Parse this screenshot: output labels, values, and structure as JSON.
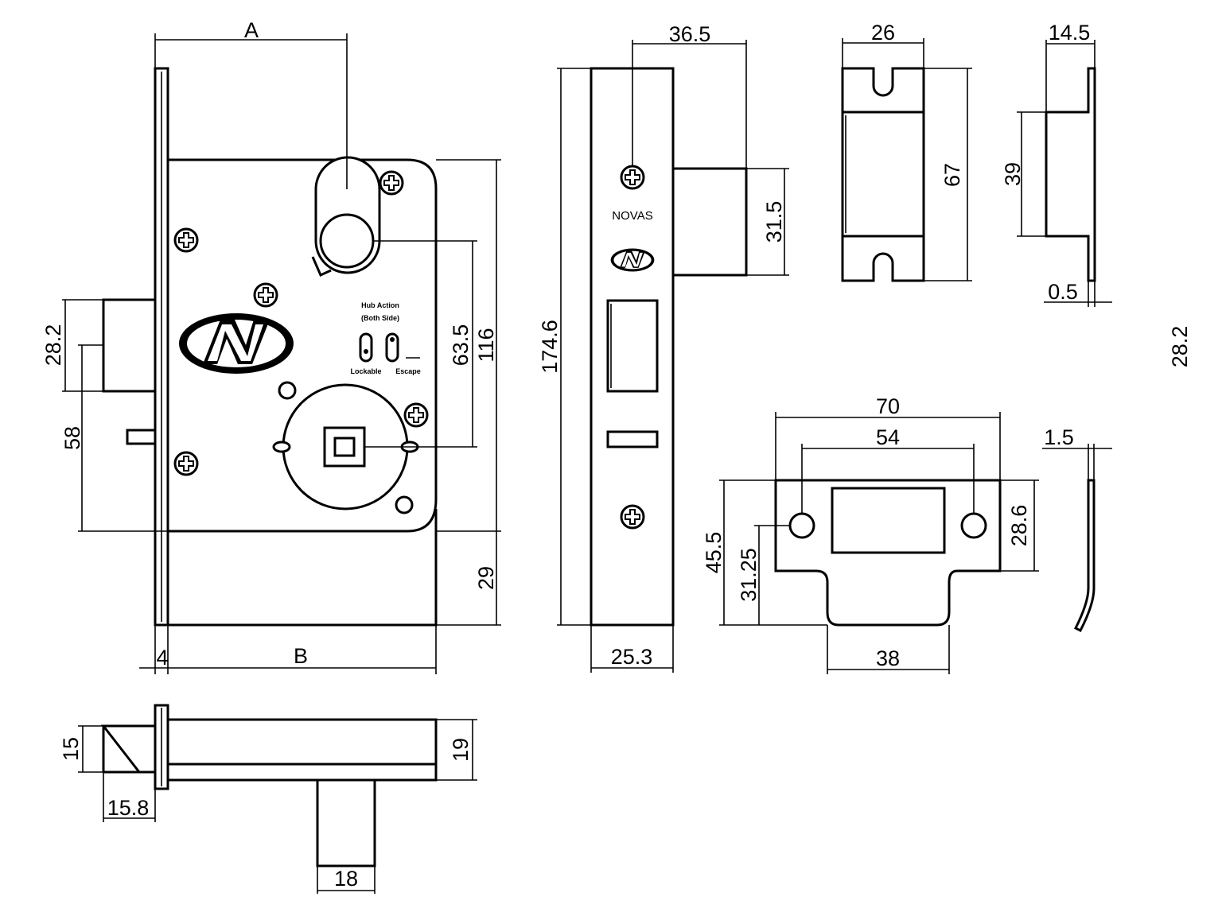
{
  "brand": {
    "name": "NOVAS",
    "logo_letter": "N"
  },
  "labels": {
    "hub_action": "Hub Action",
    "both_sides": "(Both Side)",
    "lockable": "Lockable",
    "escape": "Escape"
  },
  "dimensions": {
    "A": "A",
    "B": "B",
    "d4": "4",
    "d28_2": "28.2",
    "d58": "58",
    "d63_5": "63.5",
    "d116": "116",
    "d29": "29",
    "d174_6": "174.6",
    "d36_5": "36.5",
    "d31_5": "31.5",
    "d25_3": "25.3",
    "d26": "26",
    "d67": "67",
    "d14_5": "14.5",
    "d39": "39",
    "d0_5": "0.5",
    "d28_2_edge": "28.2",
    "d70": "70",
    "d54": "54",
    "d45_5": "45.5",
    "d31_25": "31.25",
    "d28_6": "28.6",
    "d38": "38",
    "d1_5": "1.5",
    "d15": "15",
    "d15_8": "15.8",
    "d19": "19",
    "d18": "18"
  }
}
